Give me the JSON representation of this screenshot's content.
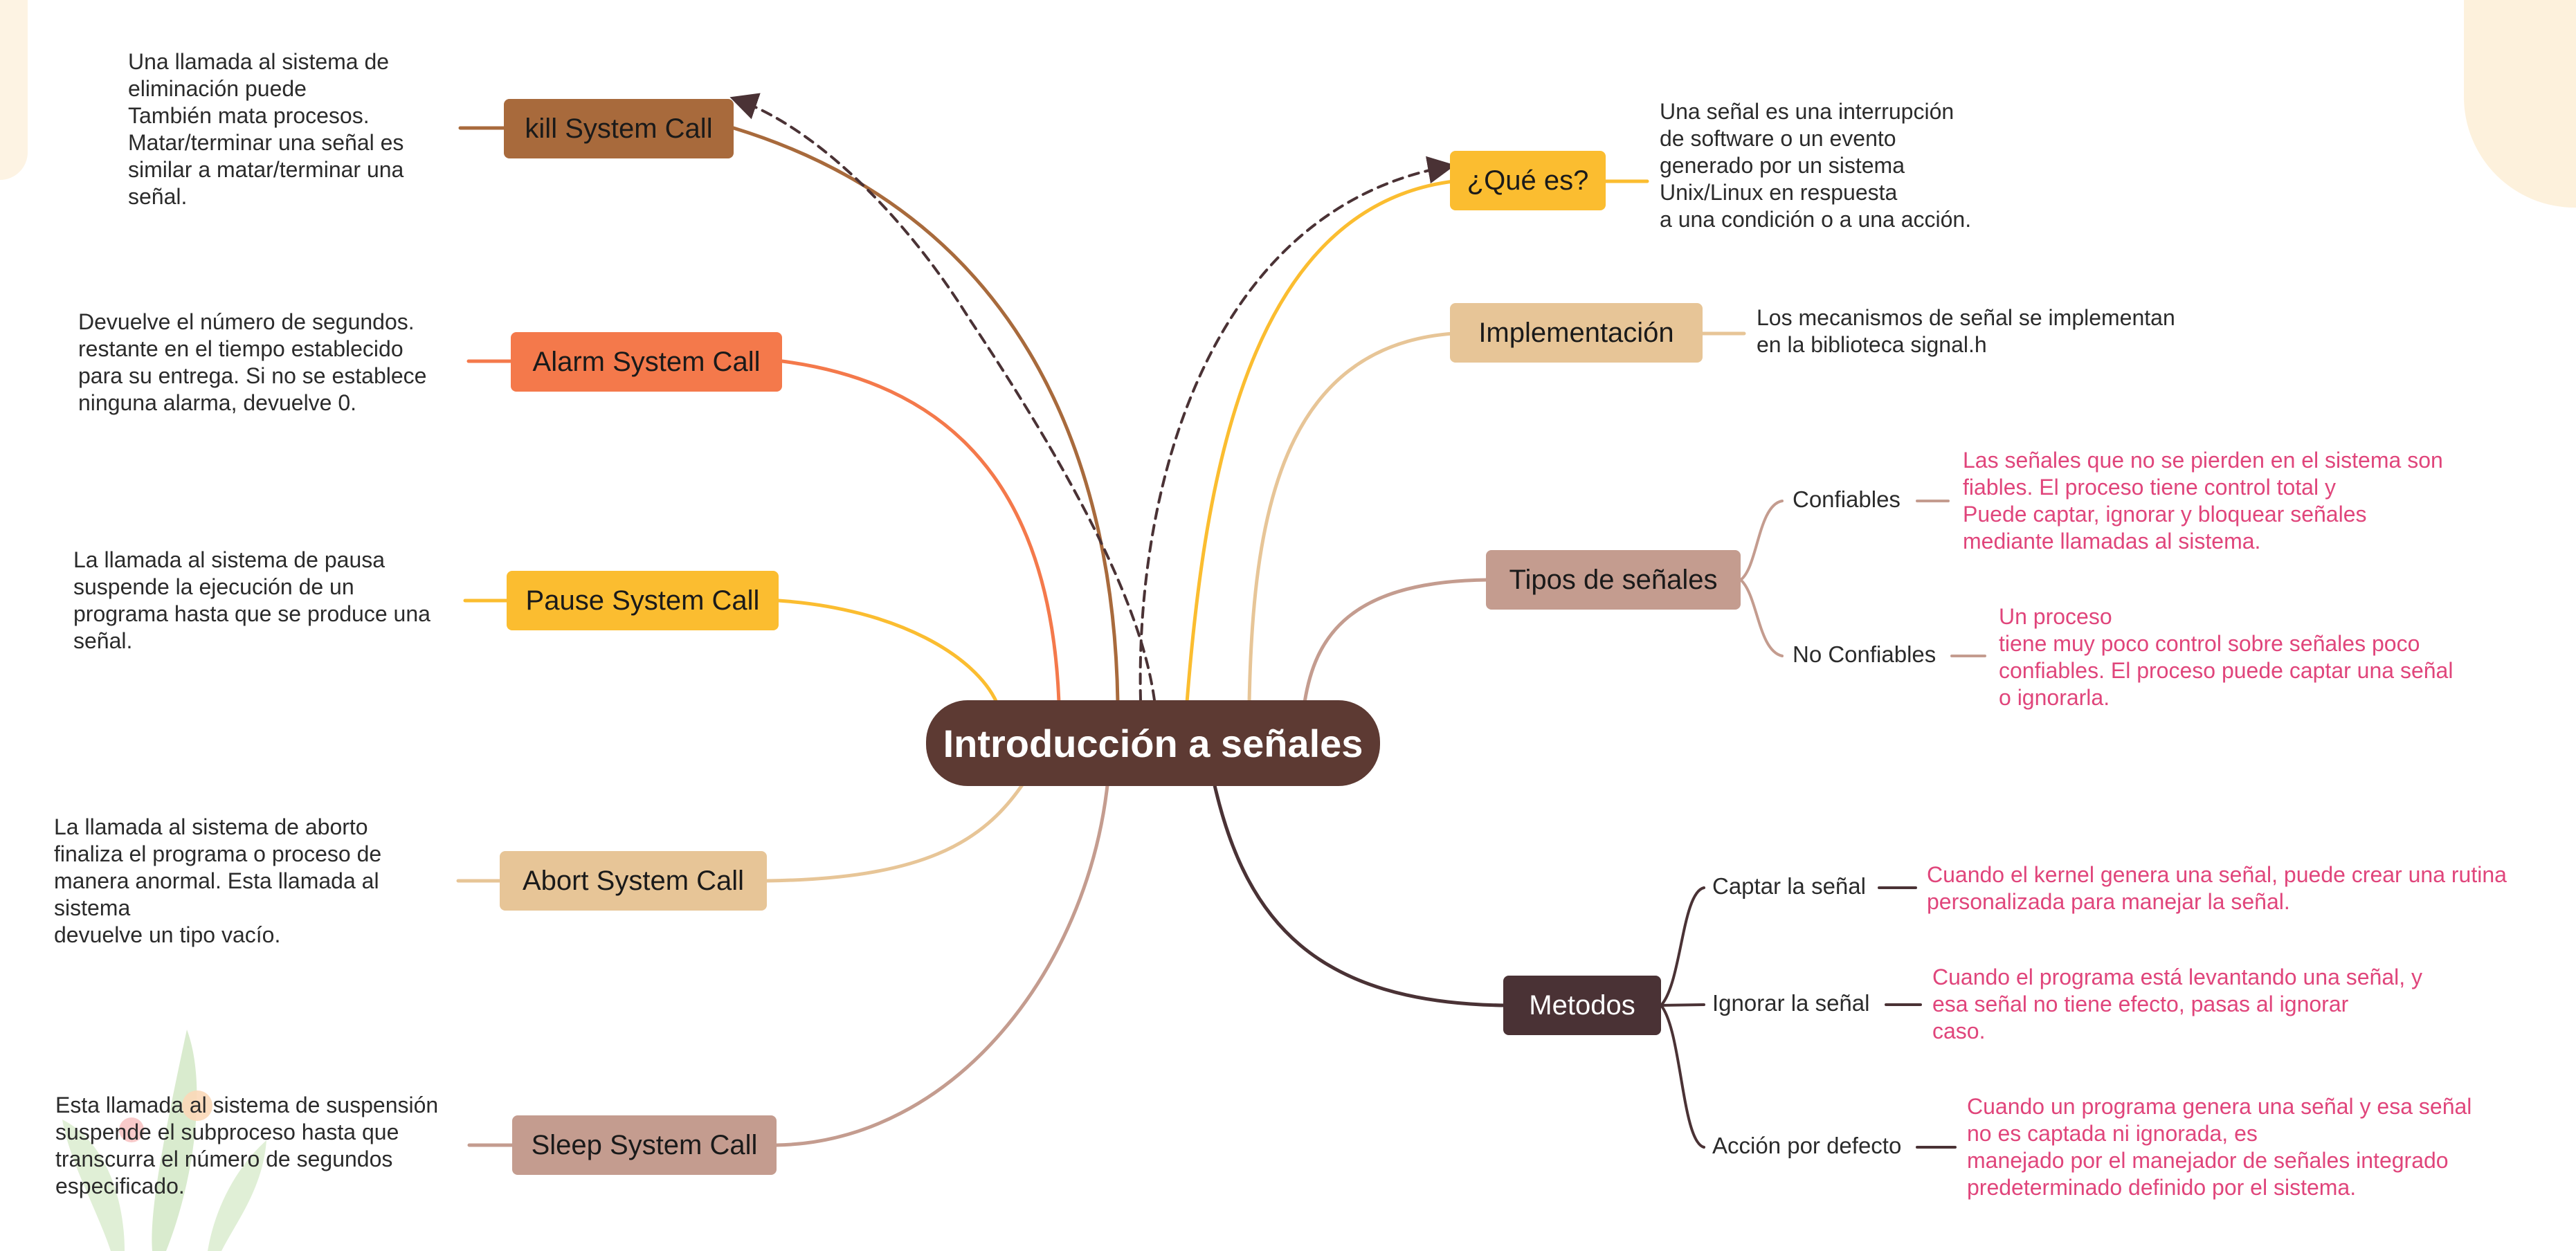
{
  "root": {
    "label": "Introducción a señales"
  },
  "colors": {
    "root": "#5d3a33",
    "kill": "#a86a3c",
    "alarm": "#f4794b",
    "pause": "#fbbd30",
    "abort": "#e7c597",
    "sleep": "#c49c8f",
    "que_es": "#fbbd30",
    "implementacion": "#e7c597",
    "tipos": "#c49c8f",
    "metodos": "#4a3235",
    "pink_text": "#e0457b"
  },
  "left_branches": {
    "kill": {
      "label": "kill System Call",
      "desc": "Una llamada al sistema de\neliminación puede\nTambién mata procesos.\nMatar/terminar una señal es\nsimilar a matar/terminar una\nseñal."
    },
    "alarm": {
      "label": "Alarm System Call",
      "desc": "Devuelve el número de segundos.\nrestante en el tiempo establecido\npara su entrega. Si no se establece\nninguna alarma, devuelve 0."
    },
    "pause": {
      "label": "Pause System Call",
      "desc": "La llamada al sistema de pausa\nsuspende la ejecución de un\nprograma hasta que se produce una\nseñal."
    },
    "abort": {
      "label": "Abort System Call",
      "desc": "La llamada al sistema de aborto\nfinaliza el programa o proceso de\nmanera anormal. Esta llamada al\nsistema\ndevuelve un tipo vacío."
    },
    "sleep": {
      "label": "Sleep System Call",
      "desc": "Esta llamada al sistema de suspensión\nsuspende el subproceso hasta que\ntranscurra el número de segundos\nespecificado."
    }
  },
  "right_branches": {
    "que_es": {
      "label": "¿Qué es?",
      "desc": "Una señal es una interrupción\nde software o un evento\ngenerado por un sistema\nUnix/Linux en respuesta\na una condición o a una acción."
    },
    "implementacion": {
      "label": "Implementación",
      "desc": "Los mecanismos de señal se implementan\nen la biblioteca signal.h"
    },
    "tipos": {
      "label": "Tipos de señales",
      "children": [
        {
          "label": "Confiables",
          "desc": "Las señales que no se pierden en el sistema son\nfiables. El proceso tiene control total y\nPuede captar, ignorar y bloquear señales\nmediante llamadas al sistema."
        },
        {
          "label": "No Confiables",
          "desc": "Un proceso\ntiene muy poco control sobre señales poco\nconfiables. El proceso puede captar una señal\no ignorarla."
        }
      ]
    },
    "metodos": {
      "label": "Metodos",
      "children": [
        {
          "label": "Captar la señal",
          "desc": "Cuando el kernel genera una señal, puede crear una rutina\npersonalizada para manejar la señal."
        },
        {
          "label": "Ignorar la señal",
          "desc": "Cuando el programa está levantando una señal, y\nesa señal no tiene efecto, pasas al ignorar\ncaso."
        },
        {
          "label": "Acción por defecto",
          "desc": "Cuando un programa genera una señal y esa señal\nno es captada ni ignorada, es\nmanejado por el manejador de señales integrado\npredeterminado definido por el sistema."
        }
      ]
    }
  }
}
